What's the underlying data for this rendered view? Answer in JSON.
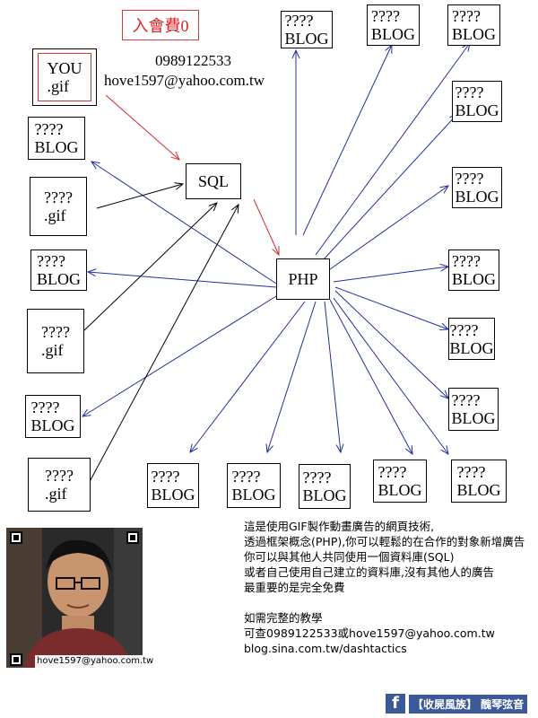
{
  "fee_label": "入會費0",
  "you_box": {
    "line1": "YOU",
    "line2": ".gif"
  },
  "contact": {
    "phone": "0989122533",
    "email": "hove1597@yahoo.com.tw"
  },
  "sql_label": "SQL",
  "php_label": "PHP",
  "blog_box": {
    "line1": "????",
    "line2": "BLOG"
  },
  "gif_box": {
    "line1": "????",
    "line2": ".gif"
  },
  "description": [
    "這是使用GIF製作動畫廣告的網頁技術,",
    "透過框架概念(PHP),你可以輕鬆的在合作的對象新增廣告",
    "你可以與其他人共同使用一個資料庫(SQL)",
    "或者自己使用自己建立的資料庫,沒有其他人的廣告",
    "最重要的是完全免費",
    "",
    "如需完整的教學",
    "可查0989122533或hove1597@yahoo.com.tw",
    "blog.sina.com.tw/dashtactics"
  ],
  "photo_caption": "hove1597@yahoo.com.tw",
  "watermark": "【收屍風族】 醜琴弦音",
  "colors": {
    "red_arrow": "#d42a2a",
    "blue_arrow": "#2030a0",
    "fb_blue": "#3b5998"
  }
}
